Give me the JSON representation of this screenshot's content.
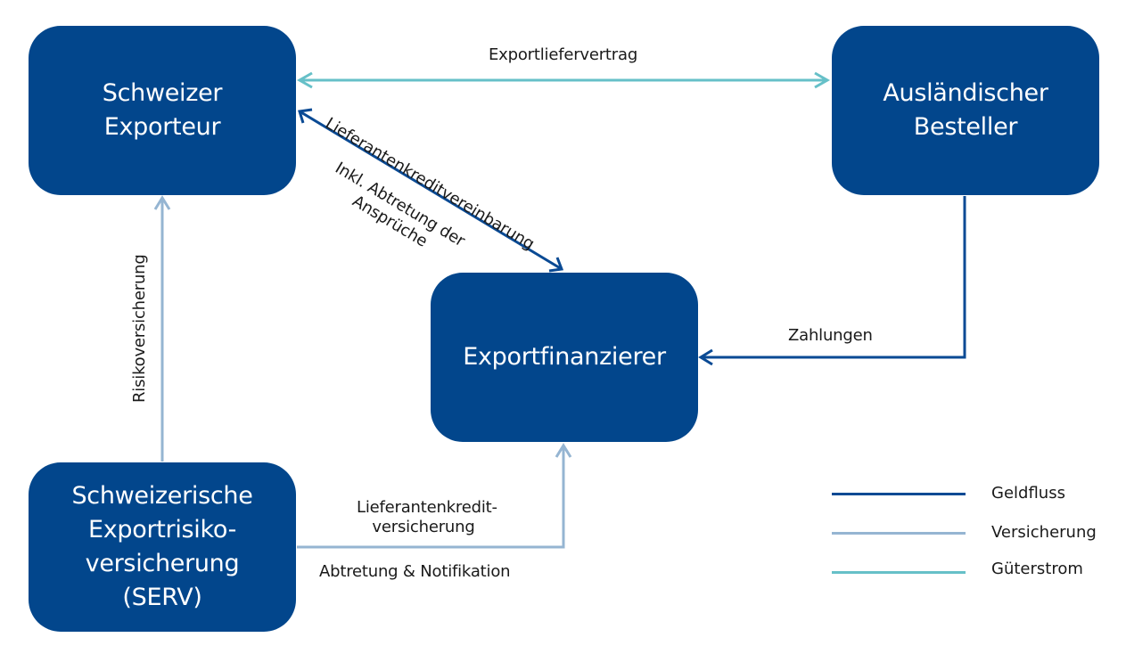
{
  "colors": {
    "node_fill": "#02468c",
    "geldfluss": "#0a4a94",
    "versicherung": "#95b5d2",
    "gueterstrom": "#66c0c8"
  },
  "nodes": {
    "exporteur": [
      "Schweizer",
      "Exporteur"
    ],
    "besteller": [
      "Ausländischer",
      "Besteller"
    ],
    "finanzierer": [
      "Exportfinanzierer"
    ],
    "serv": [
      "Schweizerische",
      "Exportrisiko-",
      "versicherung",
      "(SERV)"
    ]
  },
  "edges": {
    "exportliefervertrag": "Exportliefervertrag",
    "lieferantenkreditvereinbarung": "Lieferantenkreditvereinbarung",
    "abtretung_ansprueche": [
      "Inkl. Abtretung der",
      "Ansprüche"
    ],
    "zahlungen": "Zahlungen",
    "risikoversicherung": "Risikoversicherung",
    "lieferantenkreditversicherung": [
      "Lieferantenkredit-",
      "versicherung"
    ],
    "abtretung_notifikation": "Abtretung & Notifikation"
  },
  "legend": [
    {
      "label": "Geldfluss",
      "type": "geldfluss"
    },
    {
      "label": "Versicherung",
      "type": "versicherung"
    },
    {
      "label": "Güterstrom",
      "type": "gueterstrom"
    }
  ]
}
